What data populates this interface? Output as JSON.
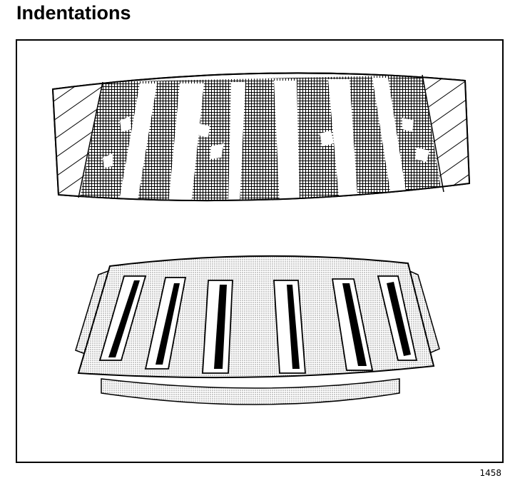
{
  "page": {
    "title": "Indentations",
    "figure_number": "1458"
  },
  "colors": {
    "ink": "#000000",
    "paper": "#ffffff",
    "mesh_shade": "#8a8a8a",
    "dot_shade": "#e6e6e6"
  },
  "illustration": {
    "upper_part": "curved-race-with-crosshatched-indentations",
    "lower_part": "roller-cage-with-six-roller-slots",
    "roller_slot_count": 6
  }
}
